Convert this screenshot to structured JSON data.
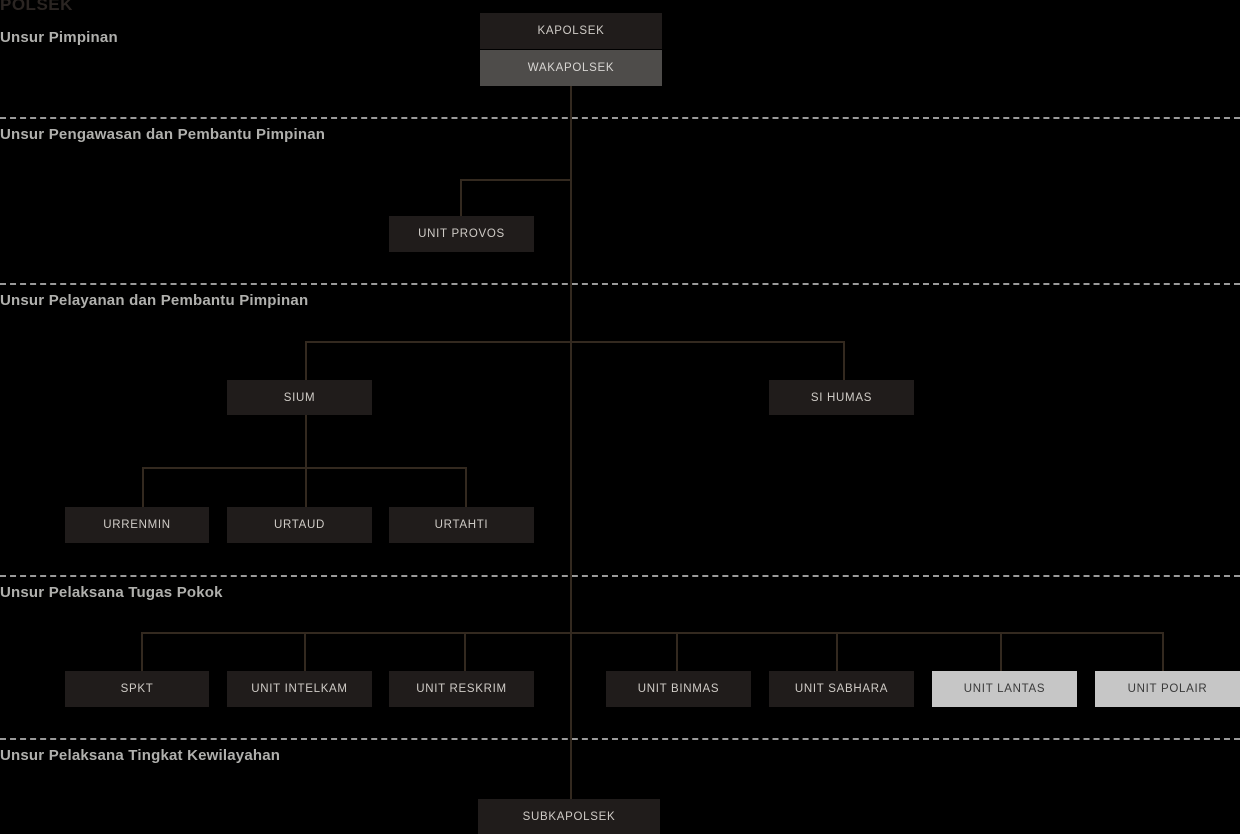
{
  "title": "POLSEK",
  "colors": {
    "background": "#000000",
    "box_dark": "#201c1b",
    "box_mid": "#4e4c4a",
    "box_light": "#c6c6c6",
    "line": "#33291f",
    "divider": "#9a9a9a",
    "section_label": "#b0b0ad",
    "title_text": "#2b2522"
  },
  "sections": [
    {
      "label": "Unsur Pimpinan"
    },
    {
      "label": "Unsur Pengawasan dan Pembantu Pimpinan"
    },
    {
      "label": "Unsur Pelayanan dan Pembantu Pimpinan"
    },
    {
      "label": "Unsur Pelaksana Tugas Pokok"
    },
    {
      "label": "Unsur Pelaksana Tingkat Kewilayahan"
    }
  ],
  "nodes": {
    "kapolsek": "KAPOLSEK",
    "wakapolsek": "WAKAPOLSEK",
    "unit_provos": "UNIT PROVOS",
    "sium": "SIUM",
    "si_humas": "SI HUMAS",
    "urrenmin": "URRENMIN",
    "urtaud": "URTAUD",
    "urtahti": "URTAHTI",
    "spkt": "SPKT",
    "unit_intelkam": "UNIT INTELKAM",
    "unit_reskrim": "UNIT RESKRIM",
    "unit_binmas": "UNIT BINMAS",
    "unit_sabhara": "UNIT SABHARA",
    "unit_lantas": "UNIT LANTAS",
    "unit_polair": "UNIT POLAIR",
    "subkapolsek": "SUBKAPOLSEK"
  }
}
